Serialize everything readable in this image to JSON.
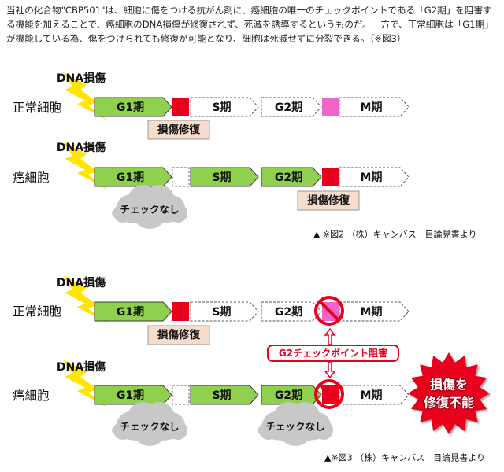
{
  "intro": "当社の化合物\"CBP501\"は、細胞に傷をつける抗がん剤に、癌細胞の唯一のチェックポイントである「G2期」を阻害する機能を加えることで、癌細胞のDNA損傷が修復されず、死滅を誘導するというものだ。一方で、正常細胞は「G1期」が機能している為、傷をつけられても修復が可能となり、細胞は死滅せずに分裂できる。（※図3）",
  "labels": {
    "dna_damage": "DNA損傷",
    "normal_cell": "正常細胞",
    "cancer_cell": "癌細胞",
    "g1": "G1期",
    "s": "S期",
    "g2": "G2期",
    "m": "M期",
    "repair": "損傷修復",
    "no_check": "チェックなし",
    "g2_block": "G2チェックポイント阻害",
    "cannot_repair_line1": "損傷を",
    "cannot_repair_line2": "修復不能"
  },
  "captions": {
    "fig2": "▲ ※図2 （株）キャンバス　目論見書より",
    "fig3": "▲※図3 （株）キャンバス　目論見書より"
  },
  "colors": {
    "phase_green": "#8fd14f",
    "phase_white": "#ffffff",
    "checkpoint_red": "#e8001c",
    "checkpoint_pink": "#f066c8",
    "repair_box": "#f5dccb",
    "cloud": "#c8c8c8",
    "lightning": "#ffe500",
    "block_red": "#e8001c"
  }
}
